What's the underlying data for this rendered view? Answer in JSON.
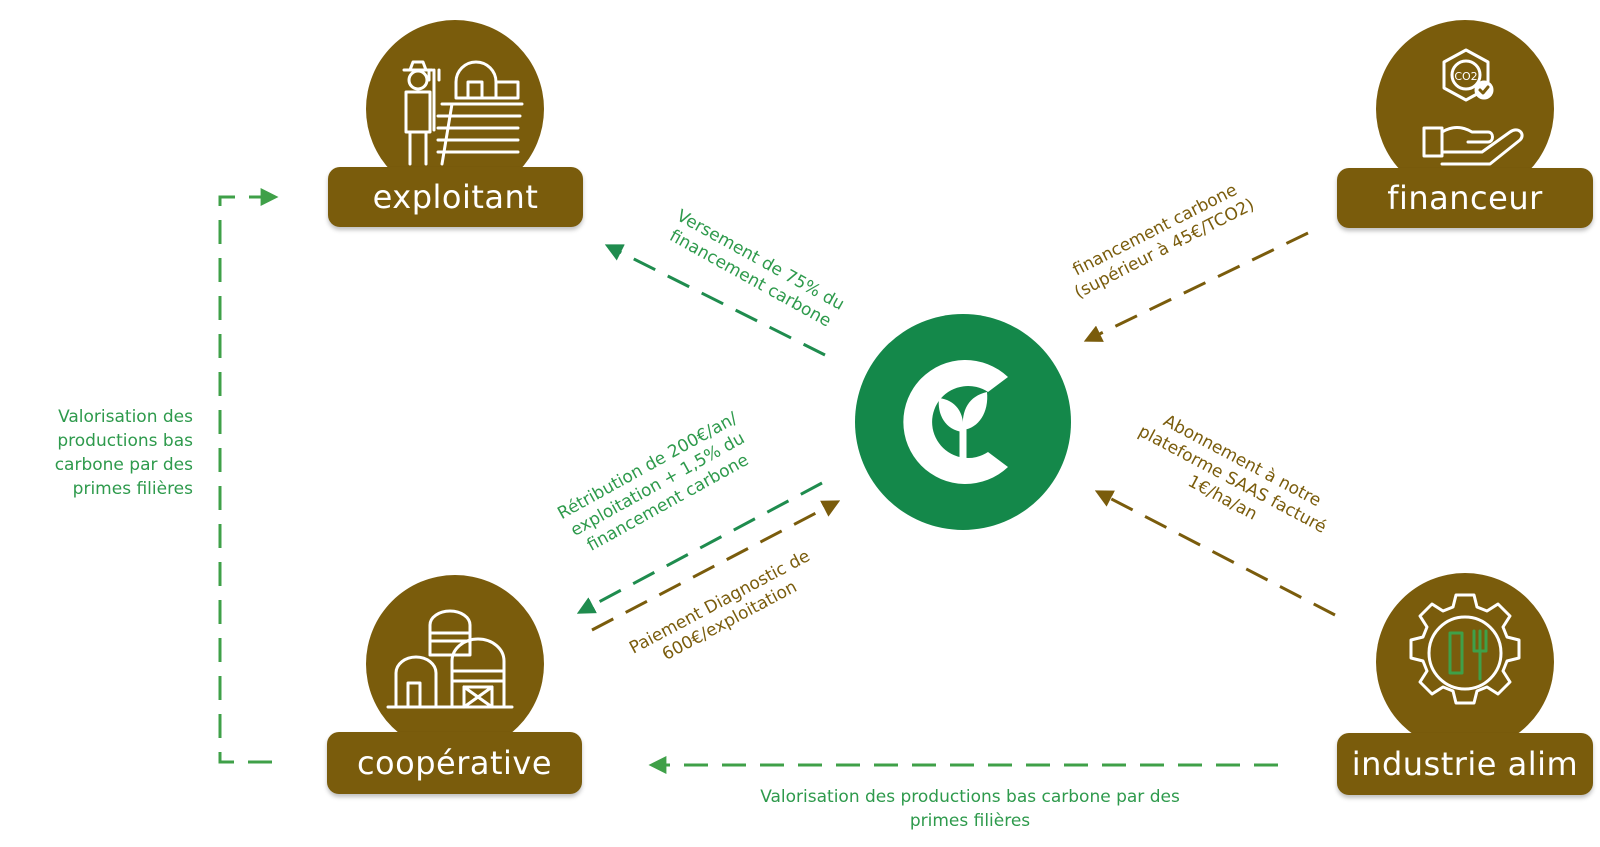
{
  "colors": {
    "actor_brown": "#7a5c0c",
    "flow_green": "#1f8c4e",
    "text_green": "#2e9a4c",
    "logo_green": "#14884a"
  },
  "actors": {
    "exploitant": {
      "label": "exploitant",
      "icon": "farmer-barn-field-icon"
    },
    "financeur": {
      "label": "financeur",
      "icon": "hand-co2-certificate-icon"
    },
    "cooperative": {
      "label": "coopérative",
      "icon": "silos-barn-icon"
    },
    "industrie": {
      "label": "industrie alim",
      "icon": "gear-cutlery-icon"
    }
  },
  "center_logo": {
    "icon": "c-sprout-logo-icon"
  },
  "flows": {
    "to_exploitant": {
      "lines": [
        "Versement de 75% du",
        "financement carbone"
      ]
    },
    "from_financeur": {
      "lines": [
        "financement carbone",
        "(supérieur à 45€/TCO2)"
      ]
    },
    "to_cooperative": {
      "lines": [
        "Rétribution de 200€/an/",
        "exploitation + 1,5% du",
        "financement carbone"
      ]
    },
    "from_cooperative": {
      "lines": [
        "Paiement Diagnostic de",
        "600€/exploitation"
      ]
    },
    "from_industrie": {
      "lines": [
        "Abonnement à notre",
        "plateforme SAAS facturé",
        "1€/ha/an"
      ]
    }
  },
  "side_note": {
    "lines": [
      "Valorisation des",
      "productions bas",
      "carbone par des",
      "primes filières"
    ]
  },
  "bottom_note": {
    "lines": [
      "Valorisation des productions bas carbone par des",
      "primes filières"
    ]
  }
}
